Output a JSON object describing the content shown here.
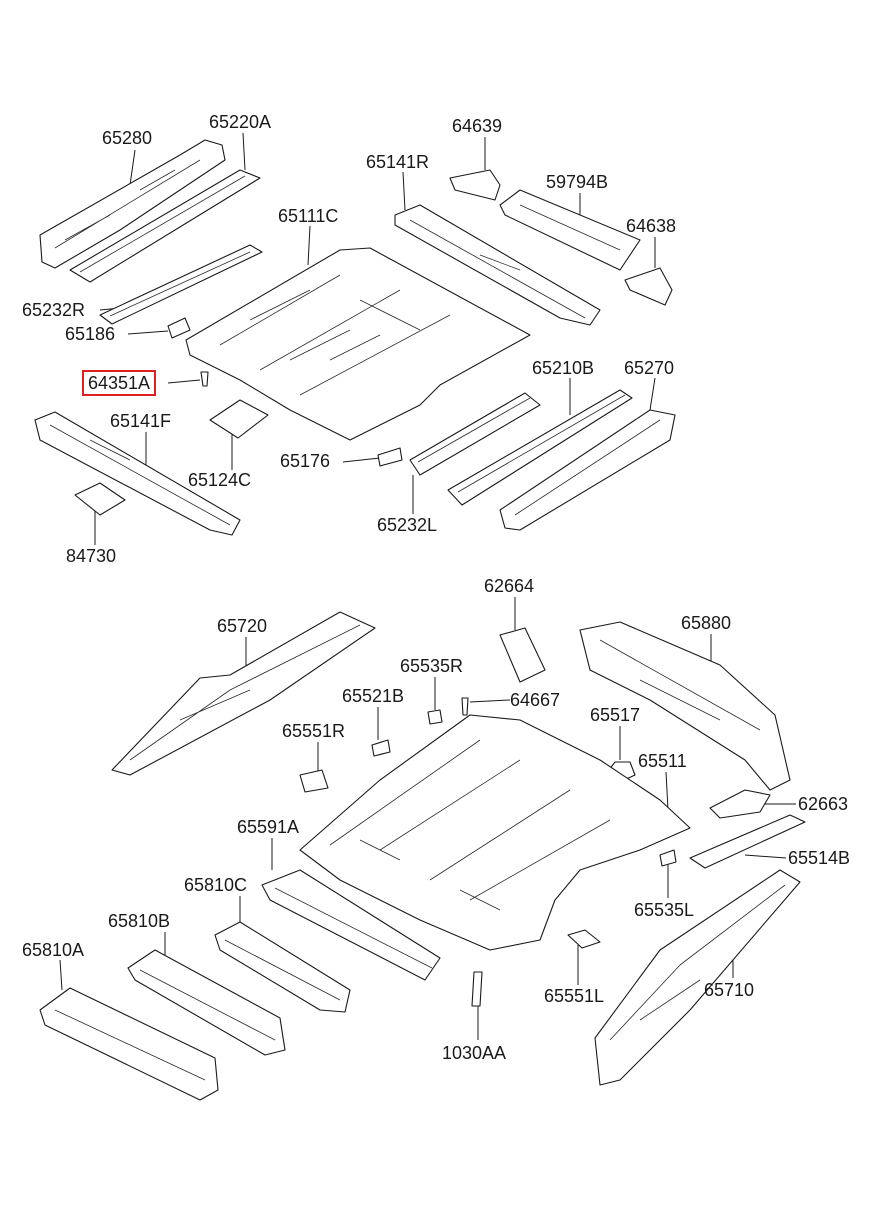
{
  "labels": {
    "p65280": "65280",
    "p65220A": "65220A",
    "p64639": "64639",
    "p65141R": "65141R",
    "p59794B": "59794B",
    "p65111C": "65111C",
    "p64638": "64638",
    "p65232R": "65232R",
    "p65186": "65186",
    "p64351A": "64351A",
    "p65210B": "65210B",
    "p65270": "65270",
    "p65141F": "65141F",
    "p65176": "65176",
    "p65124C": "65124C",
    "p65232L": "65232L",
    "p84730": "84730",
    "p62664": "62664",
    "p65720": "65720",
    "p65880": "65880",
    "p65535R": "65535R",
    "p65521B": "65521B",
    "p64667": "64667",
    "p65517": "65517",
    "p65551R": "65551R",
    "p65511": "65511",
    "p62663": "62663",
    "p65591A": "65591A",
    "p65514B": "65514B",
    "p65810C": "65810C",
    "p65535L": "65535L",
    "p65810B": "65810B",
    "p65810A": "65810A",
    "p65551L": "65551L",
    "p65710": "65710",
    "p1030AA": "1030AA"
  },
  "highlighted_part": "64351A",
  "colors": {
    "highlight": "#e02020",
    "ink": "#1a1a1a"
  }
}
